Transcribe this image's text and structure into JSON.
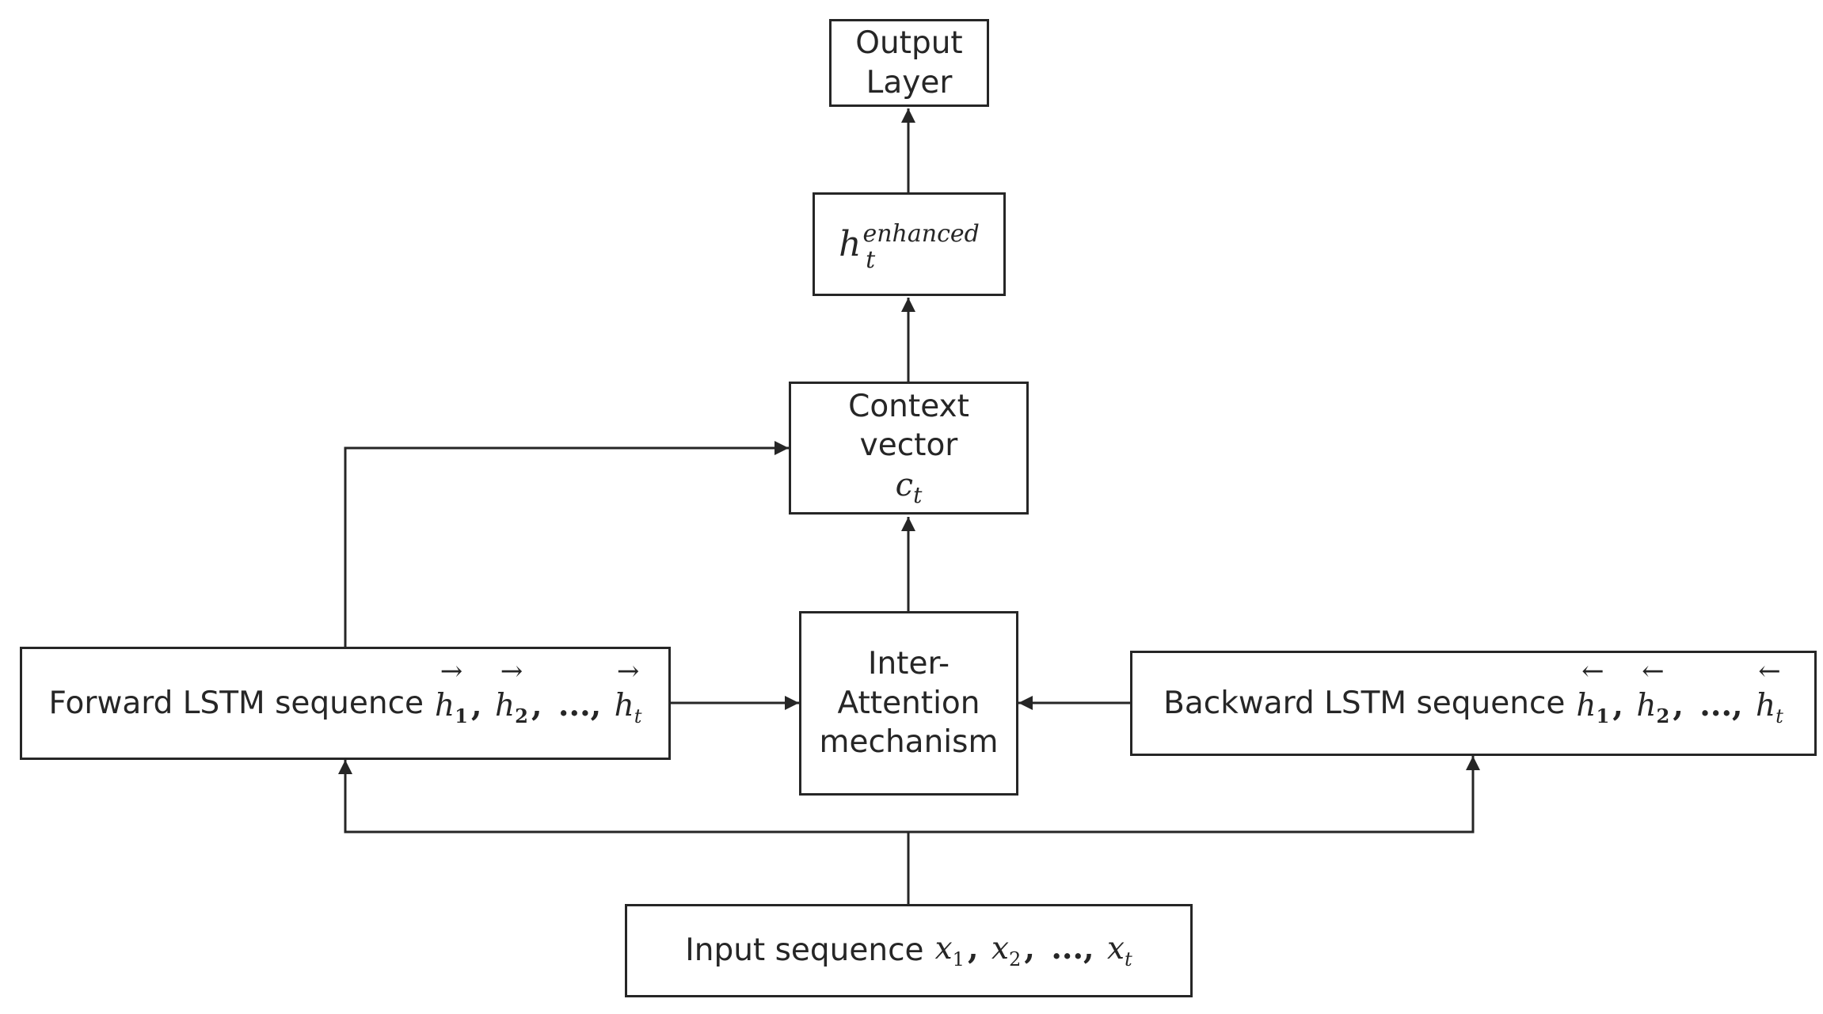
{
  "nodes": {
    "output": {
      "line1": "Output",
      "line2": "Layer"
    },
    "enhanced": {
      "base": "h",
      "sub": "t",
      "sup": "enhanced"
    },
    "context": {
      "line1": "Context",
      "line2": "vector",
      "symbol_base": "c",
      "symbol_sub": "t"
    },
    "attention": {
      "line1": "Inter-",
      "line2": "Attention",
      "line3": "mechanism"
    },
    "forward": {
      "label": "Forward LSTM sequence",
      "arrow_glyph": "→",
      "base": "h",
      "sub1": "1",
      "sub2": "2",
      "subt": "t",
      "separator": ",",
      "ellipsis": "...,"
    },
    "backward": {
      "label": "Backward LSTM sequence",
      "arrow_glyph": "←",
      "base": "h",
      "sub1": "1",
      "sub2": "2",
      "subt": "t",
      "separator": ",",
      "ellipsis": "...,"
    },
    "input": {
      "label": "Input sequence",
      "base": "x",
      "sub1": "1",
      "sub2": "2",
      "subt": "t",
      "separator": ",",
      "ellipsis": "...,"
    }
  },
  "colors": {
    "stroke": "#262626",
    "background": "#ffffff"
  }
}
